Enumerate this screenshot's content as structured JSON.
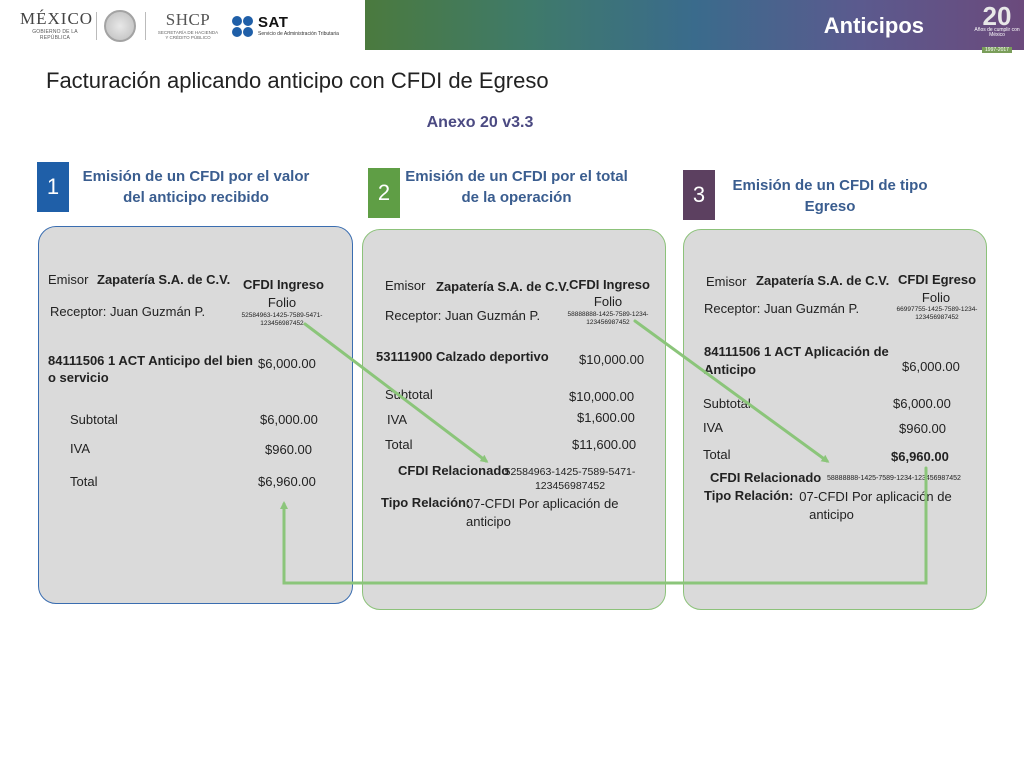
{
  "header": {
    "mexico": "MÉXICO",
    "mexico_sub": "GOBIERNO DE LA REPÚBLICA",
    "shcp": "SHCP",
    "shcp_sub1": "SECRETARÍA DE HACIENDA",
    "shcp_sub2": "Y CRÉDITO PÚBLICO",
    "sat": "SAT",
    "sat_sub": "Servicio de Administración Tributaria",
    "banner_title": "Anticipos",
    "badge_number": "20",
    "badge_text": "Años de cumplir con México",
    "badge_years": "1997-2017"
  },
  "title": "Facturación aplicando anticipo con CFDI de Egreso",
  "subtitle": "Anexo 20 v3.3",
  "colors": {
    "step1": "#1f5fa8",
    "step2": "#5f9e45",
    "step3": "#5c4060",
    "title_blue": "#3a5d8f",
    "subtitle_purple": "#4b4a82",
    "arrow_green": "#8bc57a"
  },
  "steps": [
    {
      "number": "1",
      "title": "Emisión de un CFDI por el valor del anticipo recibido",
      "emisor_label": "Emisor",
      "emisor": "Zapatería S.A. de C.V.",
      "receptor": "Receptor: Juan Guzmán P.",
      "doc_type": "CFDI Ingreso",
      "folio_label": "Folio",
      "folio": "52584963-1425-7589-5471-123456987452",
      "concepto": "84111506  1  ACT  Anticipo del bien o servicio",
      "concepto_amount": "$6,000.00",
      "subtotal_label": "Subtotal",
      "subtotal": "$6,000.00",
      "iva_label": "IVA",
      "iva": "$960.00",
      "total_label": "Total",
      "total": "$6,960.00"
    },
    {
      "number": "2",
      "title": "Emisión de un CFDI por el total de la operación",
      "emisor_label": "Emisor",
      "emisor": "Zapatería S.A. de C.V.",
      "receptor": "Receptor: Juan Guzmán P.",
      "doc_type": "CFDI Ingreso",
      "folio_label": "Folio",
      "folio": "58888888-1425-7589-1234-123456987452",
      "concepto": "53111900    Calzado deportivo",
      "concepto_amount": "$10,000.00",
      "subtotal_label": "Subtotal",
      "subtotal": "$10,000.00",
      "iva_label": "IVA",
      "iva": "$1,600.00",
      "total_label": "Total",
      "total": "$11,600.00",
      "relacionado_label": "CFDI Relacionado",
      "relacionado": "52584963-1425-7589-5471-123456987452",
      "tipo_relacion_label": "Tipo Relación:",
      "tipo_relacion": "07-CFDI Por aplicación de anticipo"
    },
    {
      "number": "3",
      "title": "Emisión de un CFDI de tipo Egreso",
      "emisor_label": "Emisor",
      "emisor": "Zapatería S.A. de C.V.",
      "receptor": "Receptor: Juan Guzmán P.",
      "doc_type": "CFDI Egreso",
      "folio_label": "Folio",
      "folio": "66997755-1425-7589-1234-123456987452",
      "concepto": "84111506  1  ACT Aplicación de Anticipo",
      "concepto_amount": "$6,000.00",
      "subtotal_label": "Subtotal",
      "subtotal": "$6,000.00",
      "iva_label": "IVA",
      "iva": "$960.00",
      "total_label": "Total",
      "total": "$6,960.00",
      "relacionado_label": "CFDI Relacionado",
      "relacionado": "58888888-1425-7589-1234-123456987452",
      "tipo_relacion_label": "Tipo Relación:",
      "tipo_relacion": "07-CFDI Por aplicación de anticipo"
    }
  ]
}
